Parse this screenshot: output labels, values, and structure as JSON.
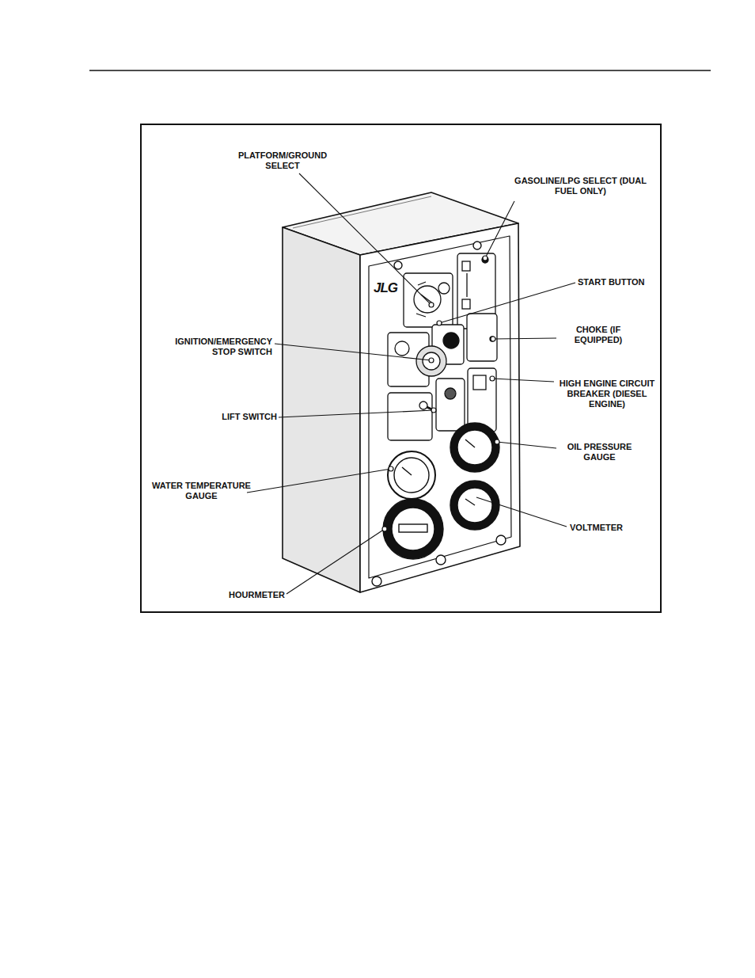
{
  "diagram": {
    "labels": [
      "PLATFORM/GROUND SELECT",
      "GASOLINE/LPG SELECT (DUAL FUEL ONLY)",
      "START BUTTON",
      "IGNITION/EMERGENCY STOP SWITCH",
      "CHOKE (IF EQUIPPED)",
      "HIGH ENGINE CIRCUIT BREAKER (DIESEL ENGINE)",
      "LIFT SWITCH",
      "OIL PRESSURE GAUGE",
      "WATER TEMPERATURE GAUGE",
      "VOLTMETER",
      "HOURMETER",
      "JLG"
    ]
  }
}
